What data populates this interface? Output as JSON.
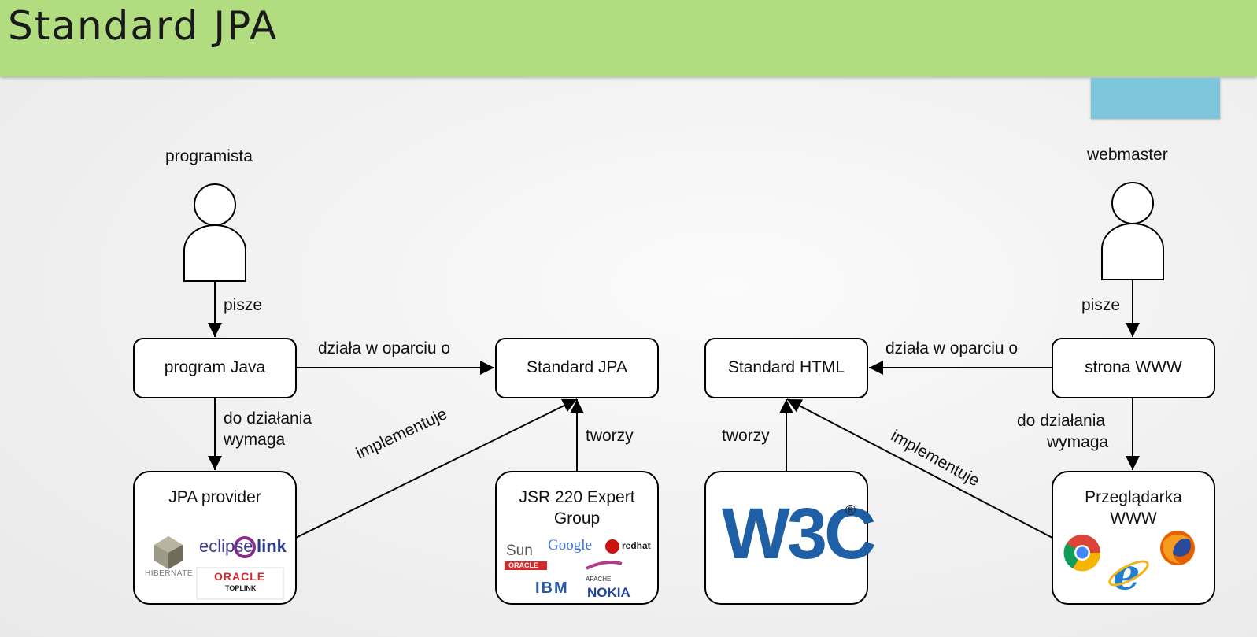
{
  "header": {
    "title": "Standard JPA"
  },
  "actors": {
    "programista": "programista",
    "webmaster": "webmaster"
  },
  "boxes": {
    "program_java": "program Java",
    "standard_jpa": "Standard JPA",
    "standard_html": "Standard HTML",
    "strona_www": "strona WWW",
    "jpa_provider": "JPA provider",
    "jsr_group_line1": "JSR 220 Expert",
    "jsr_group_line2": "Group",
    "przegladarka_line1": "Przeglądarka",
    "przegladarka_line2": "WWW"
  },
  "edges": {
    "pisze_left": "pisze",
    "pisze_right": "pisze",
    "dziala_left": "działa w oparciu o",
    "dziala_right": "działa w oparciu o",
    "wymaga_left_1": "do działania",
    "wymaga_left_2": "wymaga",
    "wymaga_right_1": "do działania",
    "wymaga_right_2": "wymaga",
    "implementuje_left": "implementuje",
    "implementuje_right": "implementuje",
    "tworzy_left": "tworzy",
    "tworzy_right": "tworzy"
  },
  "logos": {
    "hibernate": "HIBERNATE",
    "eclipse": "eclipse",
    "link": "link",
    "oracle": "ORACLE",
    "toplink": "TOPLINK",
    "sun": "Sun",
    "google": "Google",
    "redhat": "redhat",
    "oracle_small": "ORACLE",
    "apache": "APACHE",
    "ibm": "IBM",
    "nokia": "NOKIA",
    "w3c": "W3C",
    "registered": "®"
  },
  "colors": {
    "header": "#b1dd80",
    "blue_tab": "#7dc6dc",
    "w3c_blue": "#1e5fa5"
  }
}
